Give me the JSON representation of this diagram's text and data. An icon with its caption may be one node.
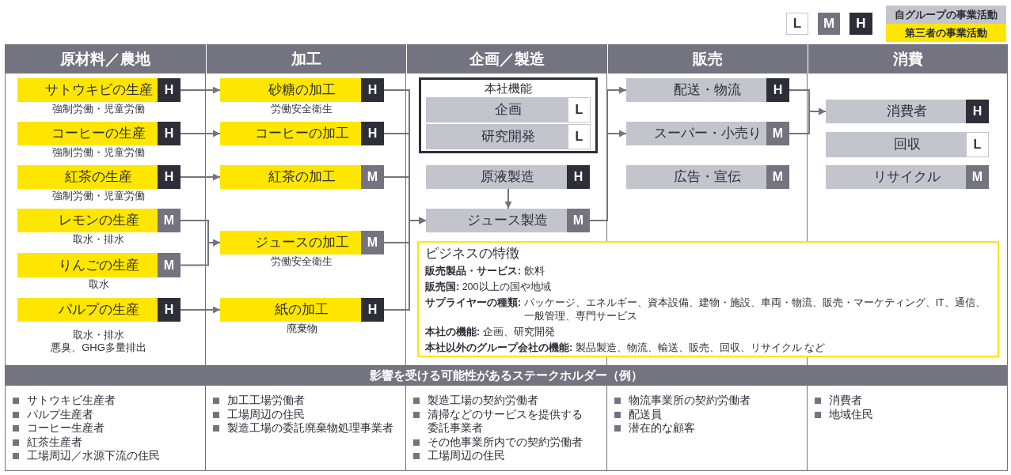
{
  "diagram": {
    "nodes": [
      {
        "text": [
          "サトウキビの生産",
          "H"
        ],
        "beside": [
          "強制労働・児童労働"
        ]
      },
      {
        "text": [
          "コーヒーの生産",
          "H"
        ],
        "beside": [
          "強制労働・児童労働"
        ]
      },
      {
        "text": [
          "紅茶の生産",
          "H"
        ],
        "beside": [
          "強制労働・児童労働"
        ]
      },
      {
        "text": [
          "レモンの生産",
          "M"
        ],
        "beside": [
          "取水・排水"
        ]
      },
      {
        "text": [
          "りんごの生産",
          "M"
        ],
        "beside": [
          "取水"
        ]
      },
      {
        "text": [
          "パルプの生産",
          "H"
        ],
        "beside": [
          "取水・排水",
          "悪臭、GHG多量排出"
        ]
      },
      {
        "text": [
          "砂糖の加工",
          "H"
        ],
        "beside": [
          "労働安全衛生"
        ]
      },
      {
        "text": [
          "コーヒーの加工",
          "H"
        ]
      },
      {
        "text": [
          "紅茶の加工",
          "M"
        ]
      },
      {
        "text": [
          "ジュースの加工",
          "M"
        ],
        "beside": [
          "労働安全衛生"
        ]
      },
      {
        "text": [
          "紙の加工",
          "H"
        ],
        "beside": [
          "廃棄物"
        ]
      },
      {
        "text": [
          "本社機能"
        ]
      },
      {
        "text": [
          "企画",
          "L"
        ],
        "in": 11
      },
      {
        "text": [
          "研究開発",
          "L"
        ],
        "in": 11
      },
      {
        "text": [
          "原液製造",
          "H"
        ]
      },
      {
        "text": [
          "ジュース製造",
          "M"
        ]
      },
      {
        "text": [
          "配送・物流",
          "H"
        ]
      },
      {
        "text": [
          "スーパー・小売り",
          "M"
        ]
      },
      {
        "text": [
          "広告・宣伝",
          "M"
        ]
      },
      {
        "text": [
          "消費者",
          "H"
        ]
      },
      {
        "text": [
          "回収",
          "L"
        ]
      },
      {
        "text": [
          "リサイクル",
          "M"
        ]
      },
      {
        "text": [
          "ビジネスの特徴",
          "**販売製品・サービス:** 飲料",
          "**販売国:** 200以上の国や地域",
          "**サプライヤーの種類:** パッケージ、エネルギー、資本設備、建物・施設、車両・物流、販売・マーケティング、IT、通信、一般管理、専門サービス",
          "**本社の機能:** 企画、研究開発",
          "**本社以外のグループ会社の機能:** 製品製造、物流、輸送、販売、回収、リサイクル など"
        ]
      },
      {
        "text": [
          "影響を受ける可能性があるステークホルダー（例）"
        ]
      },
      {
        "text": [
          "サトウキビ生産者",
          "パルプ生産者",
          "コーヒー生産者",
          "紅茶生産者",
          "工場周辺／水源下流の住民"
        ],
        "in": 23
      },
      {
        "text": [
          "加工工場労働者",
          "工場周辺の住民",
          "製造工場の委託廃棄物処理事業者"
        ],
        "in": 23
      },
      {
        "text": [
          "製造工場の契約労働者",
          "清掃などのサービスを提供する委託事業者",
          "その他事業所内での契約労働者",
          "工場周辺の住民"
        ],
        "in": 23
      },
      {
        "text": [
          "物流事業所の契約労働者",
          "配送員",
          "潜在的な顧客"
        ],
        "in": 23
      },
      {
        "text": [
          "消費者",
          "地域住民"
        ],
        "in": 23
      }
    ],
    "edges": [
      {
        "from": 0,
        "to": 6,
        "arrow": "to"
      },
      {
        "from": 1,
        "to": 7,
        "arrow": "to"
      },
      {
        "from": 2,
        "to": 8,
        "arrow": "to"
      },
      {
        "from": 3,
        "to": 9,
        "arrow": "to"
      },
      {
        "from": 4,
        "to": 9,
        "arrow": "to"
      },
      {
        "from": 5,
        "to": 10,
        "arrow": "to"
      },
      {
        "from": 6,
        "to": 15,
        "arrow": "to"
      },
      {
        "from": 7,
        "to": 15,
        "arrow": "to"
      },
      {
        "from": 8,
        "to": 15,
        "arrow": "to"
      },
      {
        "from": 9,
        "to": 15,
        "arrow": "to"
      },
      {
        "from": 10,
        "to": 15,
        "arrow": "to"
      },
      {
        "from": 14,
        "to": 15,
        "arrow": "to"
      },
      {
        "from": 15,
        "to": 16,
        "arrow": "to"
      },
      {
        "from": 15,
        "to": 17,
        "arrow": "to"
      },
      {
        "from": 16,
        "to": 19,
        "arrow": "to"
      },
      {
        "from": 17,
        "to": 19,
        "arrow": "to"
      }
    ],
    "labels": [
      "原材料／農地",
      "加工",
      "企画／製造",
      "販売",
      "消費"
    ],
    "legend": [
      {
        "text": "L",
        "color": "#ffffff"
      },
      {
        "text": "M",
        "color": "#747480"
      },
      {
        "text": "H",
        "color": "#2e2e38"
      },
      {
        "text": "自グループの事業活動",
        "color": "#c4c4cd"
      },
      {
        "text": "第三者の事業活動",
        "color": "#ffe600"
      }
    ]
  }
}
